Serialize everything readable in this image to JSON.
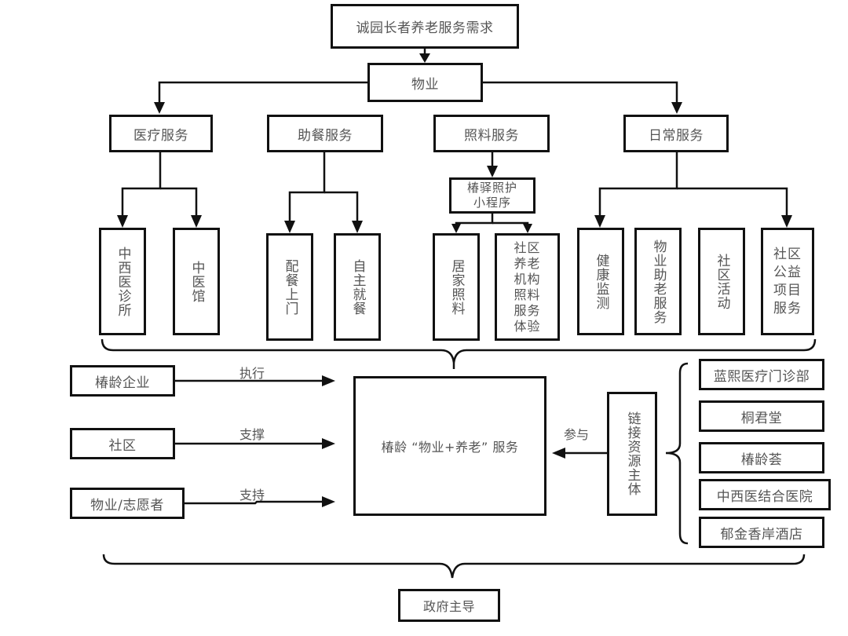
{
  "top": {
    "demand": "诚园长者养老服务需求",
    "property": "物业"
  },
  "categories": [
    {
      "label": "医疗服务",
      "children": [
        "中西医诊所",
        "中医馆"
      ]
    },
    {
      "label": "助餐服务",
      "children": [
        "配餐上门",
        "自主就餐"
      ]
    },
    {
      "label": "照料服务",
      "intermediate": {
        "line1": "椿驿照护",
        "line2": "小程序"
      },
      "children": [
        "居家照料",
        "社区养老机构照料服务体验"
      ]
    },
    {
      "label": "日常服务",
      "children": [
        "健康监测",
        "物业助老服务",
        "社区活动",
        "社区公益项目服务"
      ]
    }
  ],
  "community_care_lines": [
    "社区",
    "养老",
    "机构",
    "照料",
    "服务",
    "体验"
  ],
  "community_welfare_lines": [
    "社区",
    "公益",
    "项目",
    "服务"
  ],
  "core": {
    "label": "椿龄 “物业+养老” 服务"
  },
  "actors": [
    {
      "label": "椿龄企业",
      "relation": "执行"
    },
    {
      "label": "社区",
      "relation": "支撑"
    },
    {
      "label": "物业/志愿者",
      "relation": "支持"
    }
  ],
  "resource_hub": {
    "label": "链接资源主体",
    "relation": "参与"
  },
  "resources": [
    "蓝熙医疗门诊部",
    "桐君堂",
    "椿龄荟",
    "中西医结合医院",
    "郁金香岸酒店"
  ],
  "bottom": {
    "government": "政府主导"
  }
}
